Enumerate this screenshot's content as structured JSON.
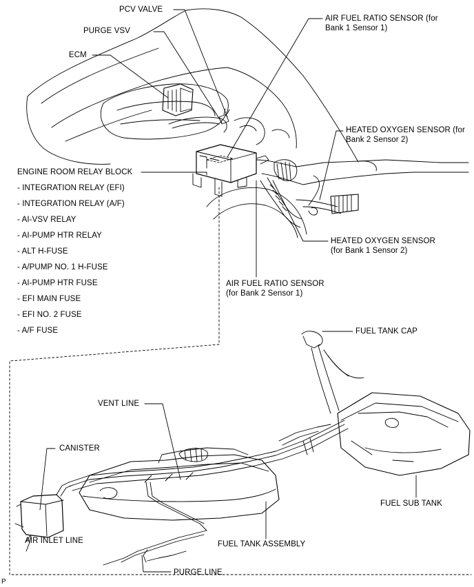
{
  "labels": {
    "pcv_valve": "PCV VALVE",
    "purge_vsv": "PURGE VSV",
    "ecm": "ECM",
    "afs_b1s1_line1": "AIR FUEL RATIO SENSOR (for",
    "afs_b1s1_line2": "Bank 1 Sensor 1)",
    "hos_b2s2_line1": "HEATED OXYGEN SENSOR (for",
    "hos_b2s2_line2": "Bank 2 Sensor 2)",
    "hos_b1s2_line1": "HEATED OXYGEN SENSOR",
    "hos_b1s2_line2": "(for Bank 1 Sensor 2)",
    "afs_b2s1_line1": "AIR FUEL RATIO SENSOR",
    "afs_b2s1_line2": "(for Bank 2 Sensor 1)",
    "fuel_tank_cap": "FUEL TANK CAP",
    "vent_line": "VENT LINE",
    "canister": "CANISTER",
    "fuel_sub_tank": "FUEL SUB TANK",
    "air_inlet_line": "AIR INLET LINE",
    "fuel_tank_assembly": "FUEL TANK ASSEMBLY",
    "purge_line": "PURGE LINE",
    "corner_mark": "P"
  },
  "relay_block": {
    "title": "ENGINE ROOM RELAY BLOCK",
    "items": [
      "- INTEGRATION RELAY (EFI)",
      "- INTEGRATION RELAY (A/F)",
      "- AI-VSV RELAY",
      "- AI-PUMP HTR RELAY",
      "- ALT H-FUSE",
      "- A/PUMP NO. 1 H-FUSE",
      "- AI-PUMP HTR FUSE",
      "- EFI MAIN FUSE",
      "- EFI NO. 2 FUSE",
      "- A/F FUSE"
    ]
  }
}
